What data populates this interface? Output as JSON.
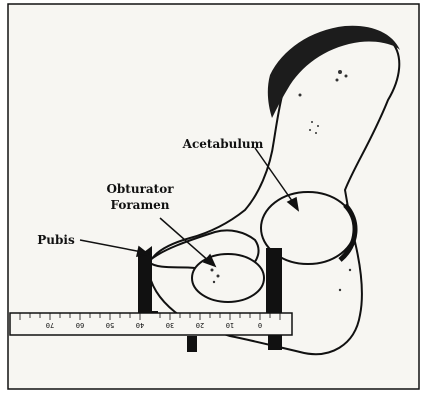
{
  "labels": {
    "acetabulum": "Acetabulum",
    "obturator_line1": "Obturator",
    "obturator_line2": "Foramen",
    "pubis": "Pubis"
  },
  "ruler_ticks": [
    "0",
    "10",
    "20",
    "30",
    "40",
    "50",
    "60",
    "70"
  ],
  "colors": {
    "background": "#ffffff",
    "drawing_paper": "#f7f6f2",
    "ink": "#111111",
    "shadow": "#2a2a2a"
  }
}
